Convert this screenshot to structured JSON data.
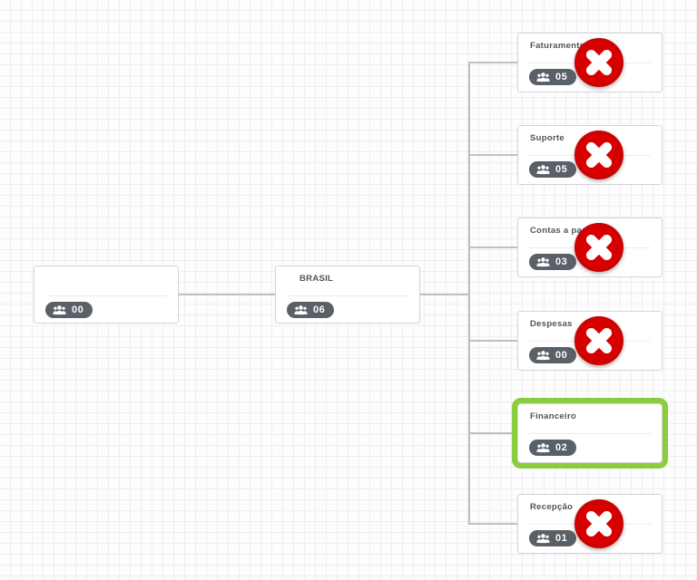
{
  "colors": {
    "node_border": "#d4d4d8",
    "connector": "#c0c0c4",
    "badge_bg": "#5a6067",
    "remove_red": "#d60000",
    "highlight_green": "#8bcd3f",
    "grid_line": "#edeef3"
  },
  "icons": {
    "members": "people-group",
    "remove": "x-cross"
  },
  "nodes": {
    "root": {
      "title": "",
      "count": "00"
    },
    "parent": {
      "title": "BRASIL",
      "count": "06"
    },
    "children": [
      {
        "title": "Faturamento",
        "count": "05",
        "removable": true,
        "highlighted": false
      },
      {
        "title": "Suporte",
        "count": "05",
        "removable": true,
        "highlighted": false
      },
      {
        "title": "Contas a pagar",
        "count": "03",
        "removable": true,
        "highlighted": false
      },
      {
        "title": "Despesas",
        "count": "00",
        "removable": true,
        "highlighted": false
      },
      {
        "title": "Financeiro",
        "count": "02",
        "removable": false,
        "highlighted": true
      },
      {
        "title": "Recepção",
        "count": "01",
        "removable": true,
        "highlighted": false
      }
    ]
  }
}
